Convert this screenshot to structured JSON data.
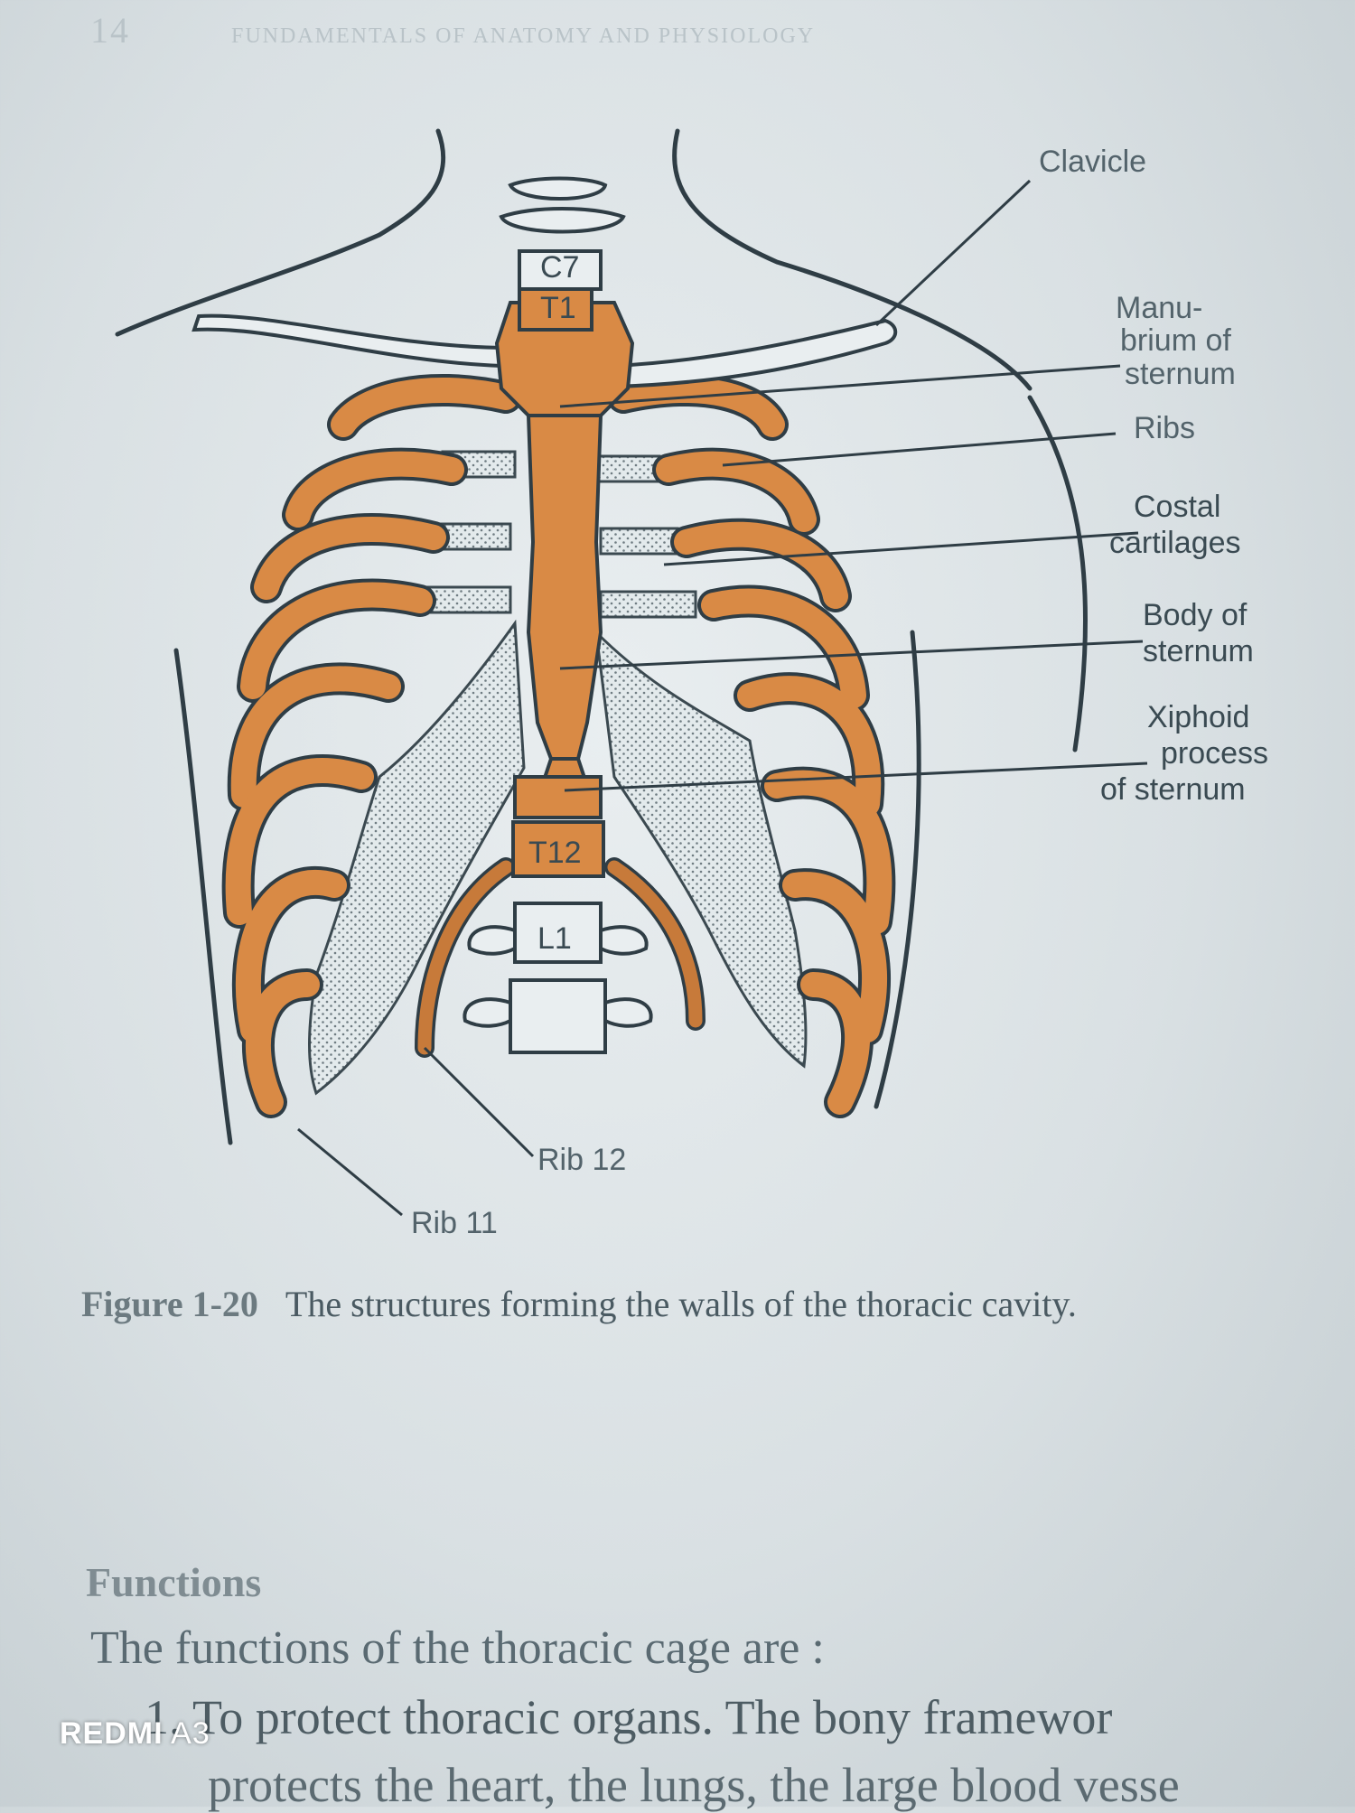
{
  "page_header": {
    "page_number": "14",
    "running_title": "FUNDAMENTALS OF ANATOMY AND PHYSIOLOGY"
  },
  "figure": {
    "labels": {
      "clavicle": "Clavicle",
      "manubrium_1": "Manu-",
      "manubrium_2": "brium of",
      "manubrium_3": "sternum",
      "ribs": "Ribs",
      "costal_1": "Costal",
      "costal_2": "cartilages",
      "body_1": "Body of",
      "body_2": "sternum",
      "xiphoid_1": "Xiphoid",
      "xiphoid_2": "process",
      "xiphoid_3": "of sternum",
      "rib12": "Rib 12",
      "rib11": "Rib 11",
      "c7": "C7",
      "t1": "T1",
      "t12": "T12",
      "l1": "L1"
    },
    "caption_number": "Figure 1-20",
    "caption_text": "The structures forming the walls of the thoracic cavity."
  },
  "section": {
    "title": "Functions",
    "intro": "The functions of the thoracic cage are :",
    "item_1": "1.  To protect thoracic organs. The bony framewor",
    "item_1_cont": "protects the heart, the lungs, the large blood vesse"
  },
  "watermark": {
    "brand": "REDMI",
    "model": "A3"
  },
  "colors": {
    "bone": "#d98a45",
    "bone_dark": "#b8682a",
    "cartilage": "#e6ecee",
    "outline": "#2f3d45"
  }
}
